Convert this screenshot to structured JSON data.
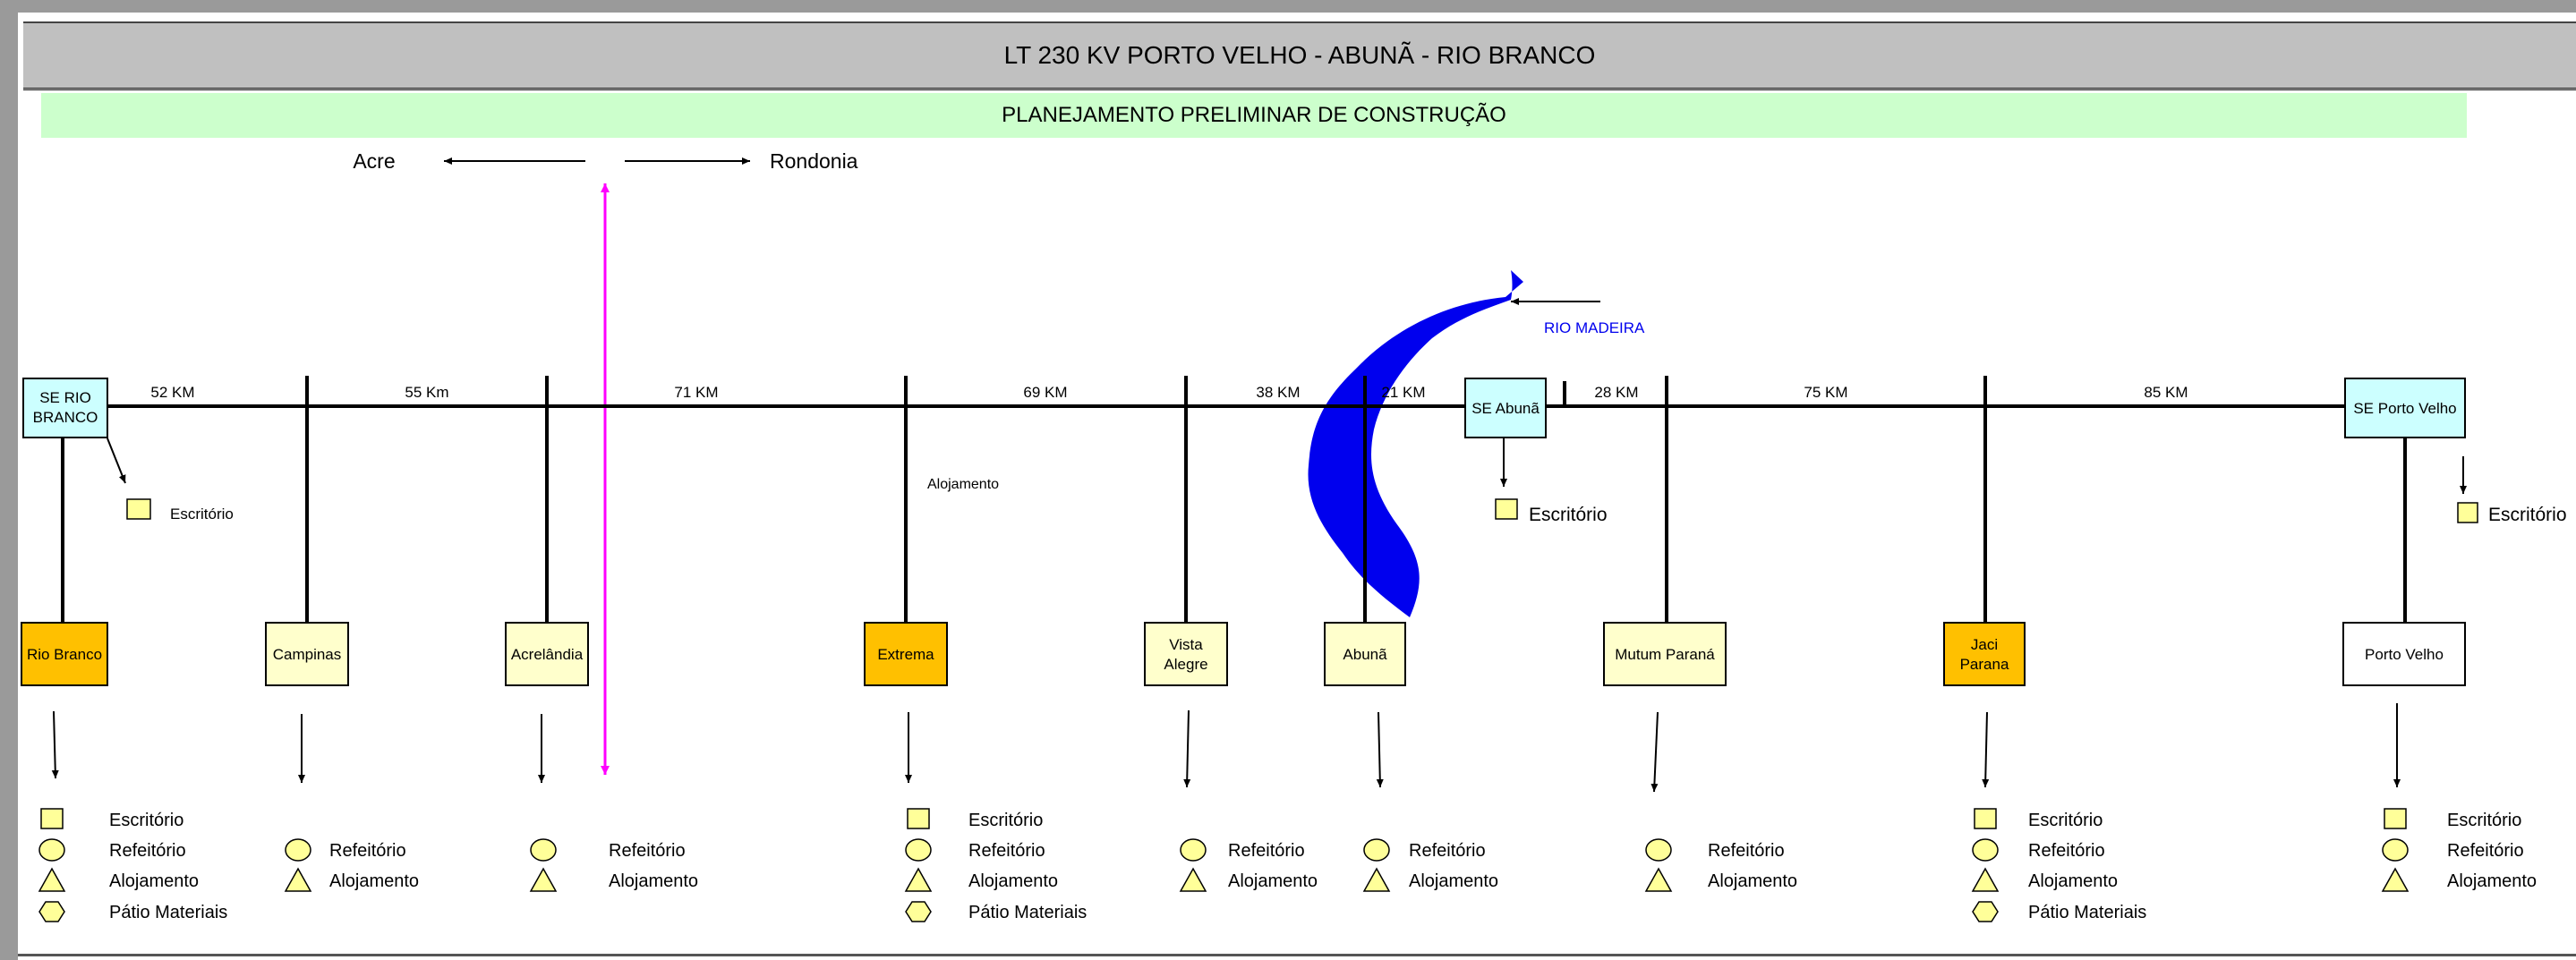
{
  "header": {
    "title": "LT 230 KV PORTO VELHO - ABUNÃ - RIO BRANCO",
    "subtitle": "PLANEJAMENTO PRELIMINAR DE CONSTRUÇÃO"
  },
  "states": {
    "left": "Acre",
    "right": "Rondonia"
  },
  "river": {
    "label": "RIO MADEIRA",
    "color": "#0000ee"
  },
  "colors": {
    "substation": "#ccffff",
    "town_light": "#ffffcc",
    "town_orange": "#ffc000",
    "town_white": "#ffffff",
    "boundary": "#ff00ff"
  },
  "substations": [
    {
      "name": "SE RIO BRANCO",
      "line1": "SE RIO",
      "line2": "BRANCO",
      "note": "Escritório"
    },
    {
      "name": "SE Abunã",
      "note": "Escritório"
    },
    {
      "name": "SE Porto Velho",
      "note": "Escritório"
    }
  ],
  "distances": [
    "52 KM",
    "55 Km",
    "71 KM",
    "69 KM",
    "38 KM",
    "21 KM",
    "28 KM",
    "75 KM",
    "85 KM"
  ],
  "alojamento_note": "Alojamento",
  "towns": [
    {
      "name": "Rio Branco",
      "line1": "Rio Branco",
      "fill": "orange",
      "items": [
        {
          "shape": "square",
          "label": "Escritório"
        },
        {
          "shape": "circle",
          "label": "Refeitório"
        },
        {
          "shape": "triangle",
          "label": "Alojamento"
        },
        {
          "shape": "hexagon",
          "label": "Pátio Materiais"
        }
      ]
    },
    {
      "name": "Campinas",
      "line1": "Campinas",
      "fill": "light",
      "items": [
        {
          "shape": "circle",
          "label": "Refeitório"
        },
        {
          "shape": "triangle",
          "label": "Alojamento"
        }
      ]
    },
    {
      "name": "Acrelândia",
      "line1": "Acrelândia",
      "fill": "light",
      "items": [
        {
          "shape": "circle",
          "label": "Refeitório"
        },
        {
          "shape": "triangle",
          "label": "Alojamento"
        }
      ]
    },
    {
      "name": "Extrema",
      "line1": "Extrema",
      "fill": "orange",
      "items": [
        {
          "shape": "square",
          "label": "Escritório"
        },
        {
          "shape": "circle",
          "label": "Refeitório"
        },
        {
          "shape": "triangle",
          "label": "Alojamento"
        },
        {
          "shape": "hexagon",
          "label": "Pátio Materiais"
        }
      ]
    },
    {
      "name": "Vista Alegre",
      "line1": "Vista",
      "line2": "Alegre",
      "fill": "light",
      "items": [
        {
          "shape": "circle",
          "label": "Refeitório"
        },
        {
          "shape": "triangle",
          "label": "Alojamento"
        }
      ]
    },
    {
      "name": "Abunã",
      "line1": "Abunã",
      "fill": "light",
      "items": [
        {
          "shape": "circle",
          "label": "Refeitório"
        },
        {
          "shape": "triangle",
          "label": "Alojamento"
        }
      ]
    },
    {
      "name": "Mutum Paraná",
      "line1": "Mutum Paraná",
      "fill": "light",
      "items": [
        {
          "shape": "circle",
          "label": "Refeitório"
        },
        {
          "shape": "triangle",
          "label": "Alojamento"
        }
      ]
    },
    {
      "name": "Jaci Parana",
      "line1": "Jaci",
      "line2": "Parana",
      "fill": "orange",
      "items": [
        {
          "shape": "square",
          "label": "Escritório"
        },
        {
          "shape": "circle",
          "label": "Refeitório"
        },
        {
          "shape": "triangle",
          "label": "Alojamento"
        },
        {
          "shape": "hexagon",
          "label": "Pátio Materiais"
        }
      ]
    },
    {
      "name": "Porto Velho",
      "line1": "Porto Velho",
      "fill": "white",
      "items": [
        {
          "shape": "square",
          "label": "Escritório"
        },
        {
          "shape": "circle",
          "label": "Refeitório"
        },
        {
          "shape": "triangle",
          "label": "Alojamento"
        }
      ]
    }
  ]
}
